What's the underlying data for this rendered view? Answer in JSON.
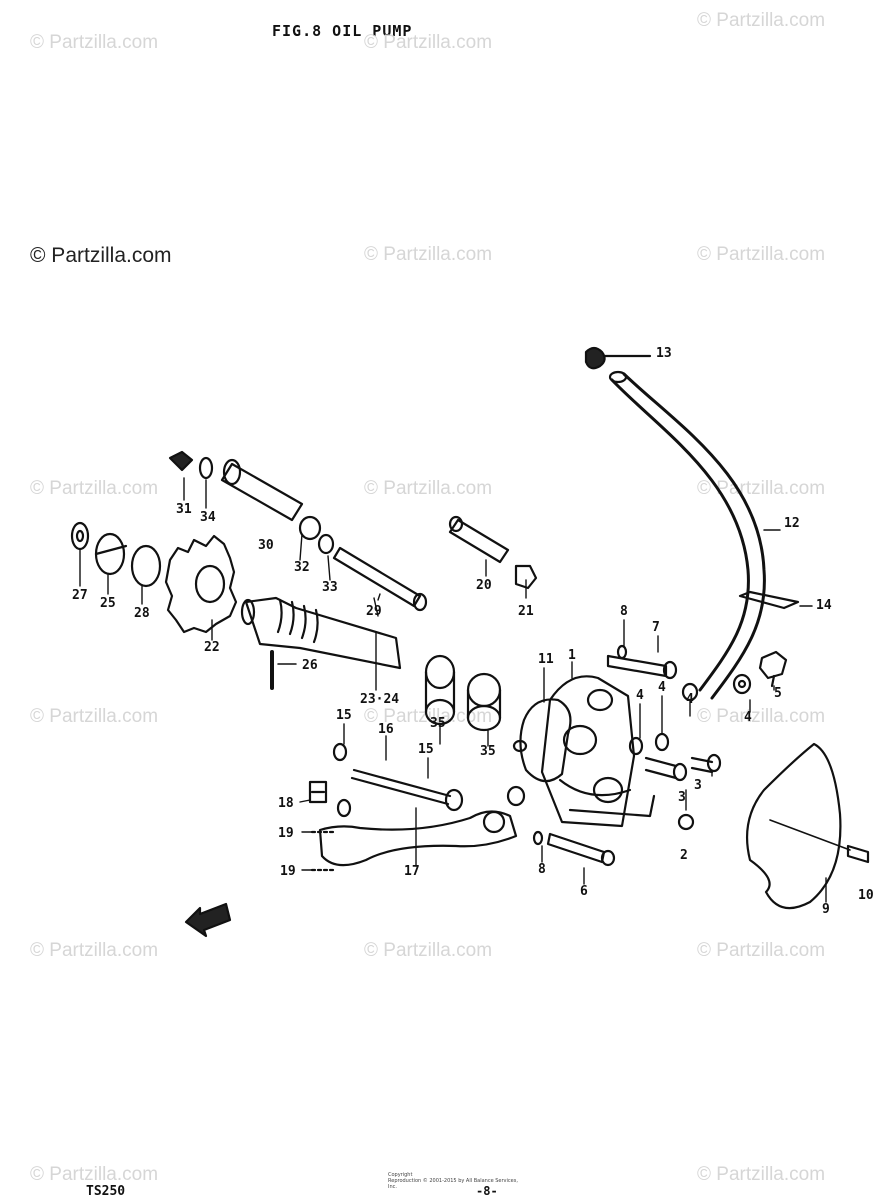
{
  "title": "FIG.8  OIL PUMP",
  "watermark": "© Partzilla.com",
  "watermark_main": "© Partzilla.com",
  "footer": {
    "model": "TS250",
    "page": "-8-",
    "copyright_line1": "Copyright",
    "copyright_line2": "Reproduction © 2001-2015 by All Balance Services, Inc."
  },
  "parts": {
    "p1": "1",
    "p2": "2",
    "p3": "3",
    "p3b": "3",
    "p4a": "4",
    "p4b": "4",
    "p4c": "4",
    "p4d": "4",
    "p5": "5",
    "p6": "6",
    "p7": "7",
    "p8a": "8",
    "p8b": "8",
    "p9": "9",
    "p10": "10",
    "p11": "11",
    "p12": "12",
    "p13": "13",
    "p14": "14",
    "p15a": "15",
    "p15b": "15",
    "p16": "16",
    "p17": "17",
    "p18": "18",
    "p19a": "19",
    "p19b": "19",
    "p20": "20",
    "p21": "21",
    "p22": "22",
    "p2324": "23·24",
    "p25": "25",
    "p26": "26",
    "p27": "27",
    "p28": "28",
    "p29": "29",
    "p30": "30",
    "p31": "31",
    "p32": "32",
    "p33": "33",
    "p34": "34",
    "p35a": "35",
    "p35b": "35"
  },
  "colors": {
    "ink": "#111111",
    "watermark": "#d6d6d6"
  }
}
